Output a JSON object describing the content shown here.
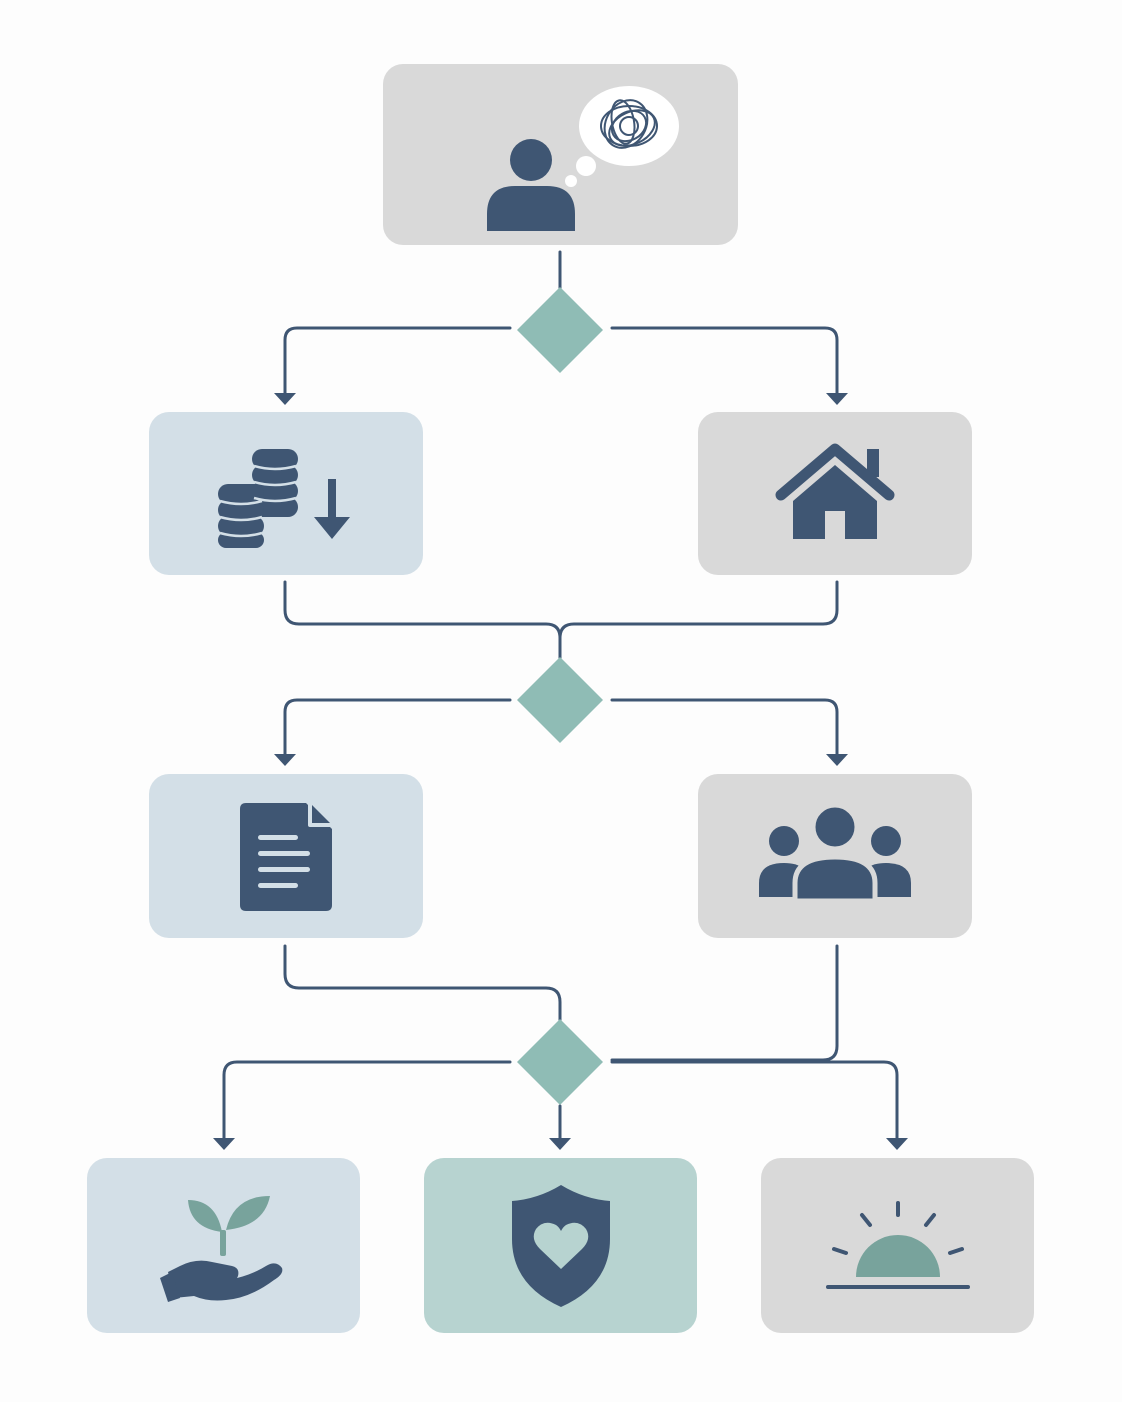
{
  "colors": {
    "background": "#fdfdfd",
    "connector": "#3f5673",
    "decision": "#8fbcb5",
    "icon_dark": "#3f5673",
    "icon_accent": "#78a39c",
    "box_gray": "#d9d9d9",
    "box_blue": "#d3dfe7",
    "box_teal": "#b7d3d0",
    "thought_bubble": "#ffffff"
  },
  "nodes": [
    {
      "id": "start-overwhelmed",
      "icon": "overwhelmed-person-thought-icon",
      "fill": "box_gray"
    },
    {
      "id": "reduced-income",
      "icon": "coins-decrease-icon",
      "fill": "box_blue"
    },
    {
      "id": "housing",
      "icon": "house-icon",
      "fill": "box_gray"
    },
    {
      "id": "documents",
      "icon": "document-icon",
      "fill": "box_blue"
    },
    {
      "id": "family-support",
      "icon": "people-group-icon",
      "fill": "box_gray"
    },
    {
      "id": "growth-support",
      "icon": "hand-sprout-icon",
      "fill": "box_blue"
    },
    {
      "id": "care-protection",
      "icon": "shield-heart-icon",
      "fill": "box_teal"
    },
    {
      "id": "new-beginning",
      "icon": "sunrise-icon",
      "fill": "box_gray"
    }
  ],
  "decisions": [
    {
      "id": "decision-1",
      "icon": "decision-diamond"
    },
    {
      "id": "decision-2",
      "icon": "decision-diamond"
    },
    {
      "id": "decision-3",
      "icon": "decision-diamond"
    }
  ],
  "edges": [
    {
      "from": "start-overwhelmed",
      "to": "decision-1"
    },
    {
      "from": "decision-1",
      "to": "reduced-income"
    },
    {
      "from": "decision-1",
      "to": "housing"
    },
    {
      "from": "reduced-income",
      "to": "decision-2"
    },
    {
      "from": "housing",
      "to": "decision-2"
    },
    {
      "from": "decision-2",
      "to": "documents"
    },
    {
      "from": "decision-2",
      "to": "family-support"
    },
    {
      "from": "documents",
      "to": "decision-3"
    },
    {
      "from": "family-support",
      "to": "decision-3"
    },
    {
      "from": "decision-3",
      "to": "growth-support"
    },
    {
      "from": "decision-3",
      "to": "care-protection"
    },
    {
      "from": "decision-3",
      "to": "new-beginning"
    }
  ]
}
